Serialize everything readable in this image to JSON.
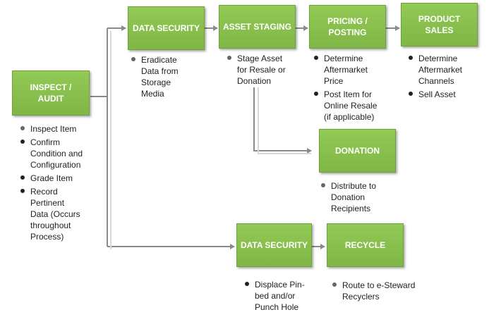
{
  "colors": {
    "box_fill": "#8cc152",
    "box_text": "#ffffff",
    "arrow": "#8a8a8a",
    "text": "#222222"
  },
  "nodes": {
    "inspect": {
      "label": "INSPECT /\nAUDIT",
      "items": [
        "Inspect Item",
        "Confirm\nCondition and\nConfiguration",
        "Grade Item",
        "Record\nPertinent\nData (Occurs\nthroughout\nProcess)"
      ]
    },
    "data_security_top": {
      "label": "DATA SECURITY",
      "items": [
        "Eradicate\nData from\nStorage\nMedia"
      ]
    },
    "asset_staging": {
      "label": "ASSET STAGING",
      "items": [
        "Stage Asset\nfor Resale or\nDonation"
      ]
    },
    "pricing": {
      "label": "PRICING /\nPOSTING",
      "items": [
        "Determine\nAftermarket\nPrice",
        "Post Item for\nOnline Resale\n(if applicable)"
      ]
    },
    "product_sales": {
      "label": "PRODUCT\nSALES",
      "items": [
        "Determine\nAftermarket\nChannels",
        "Sell Asset"
      ]
    },
    "donation": {
      "label": "DONATION",
      "items": [
        "Distribute to\nDonation\nRecipients"
      ]
    },
    "data_security_bottom": {
      "label": "DATA SECURITY",
      "items": [
        "Displace Pin-\nbed and/or\nPunch Hole"
      ]
    },
    "recycle": {
      "label": "RECYCLE",
      "items": [
        "Route to e-Steward\nRecyclers"
      ]
    }
  }
}
